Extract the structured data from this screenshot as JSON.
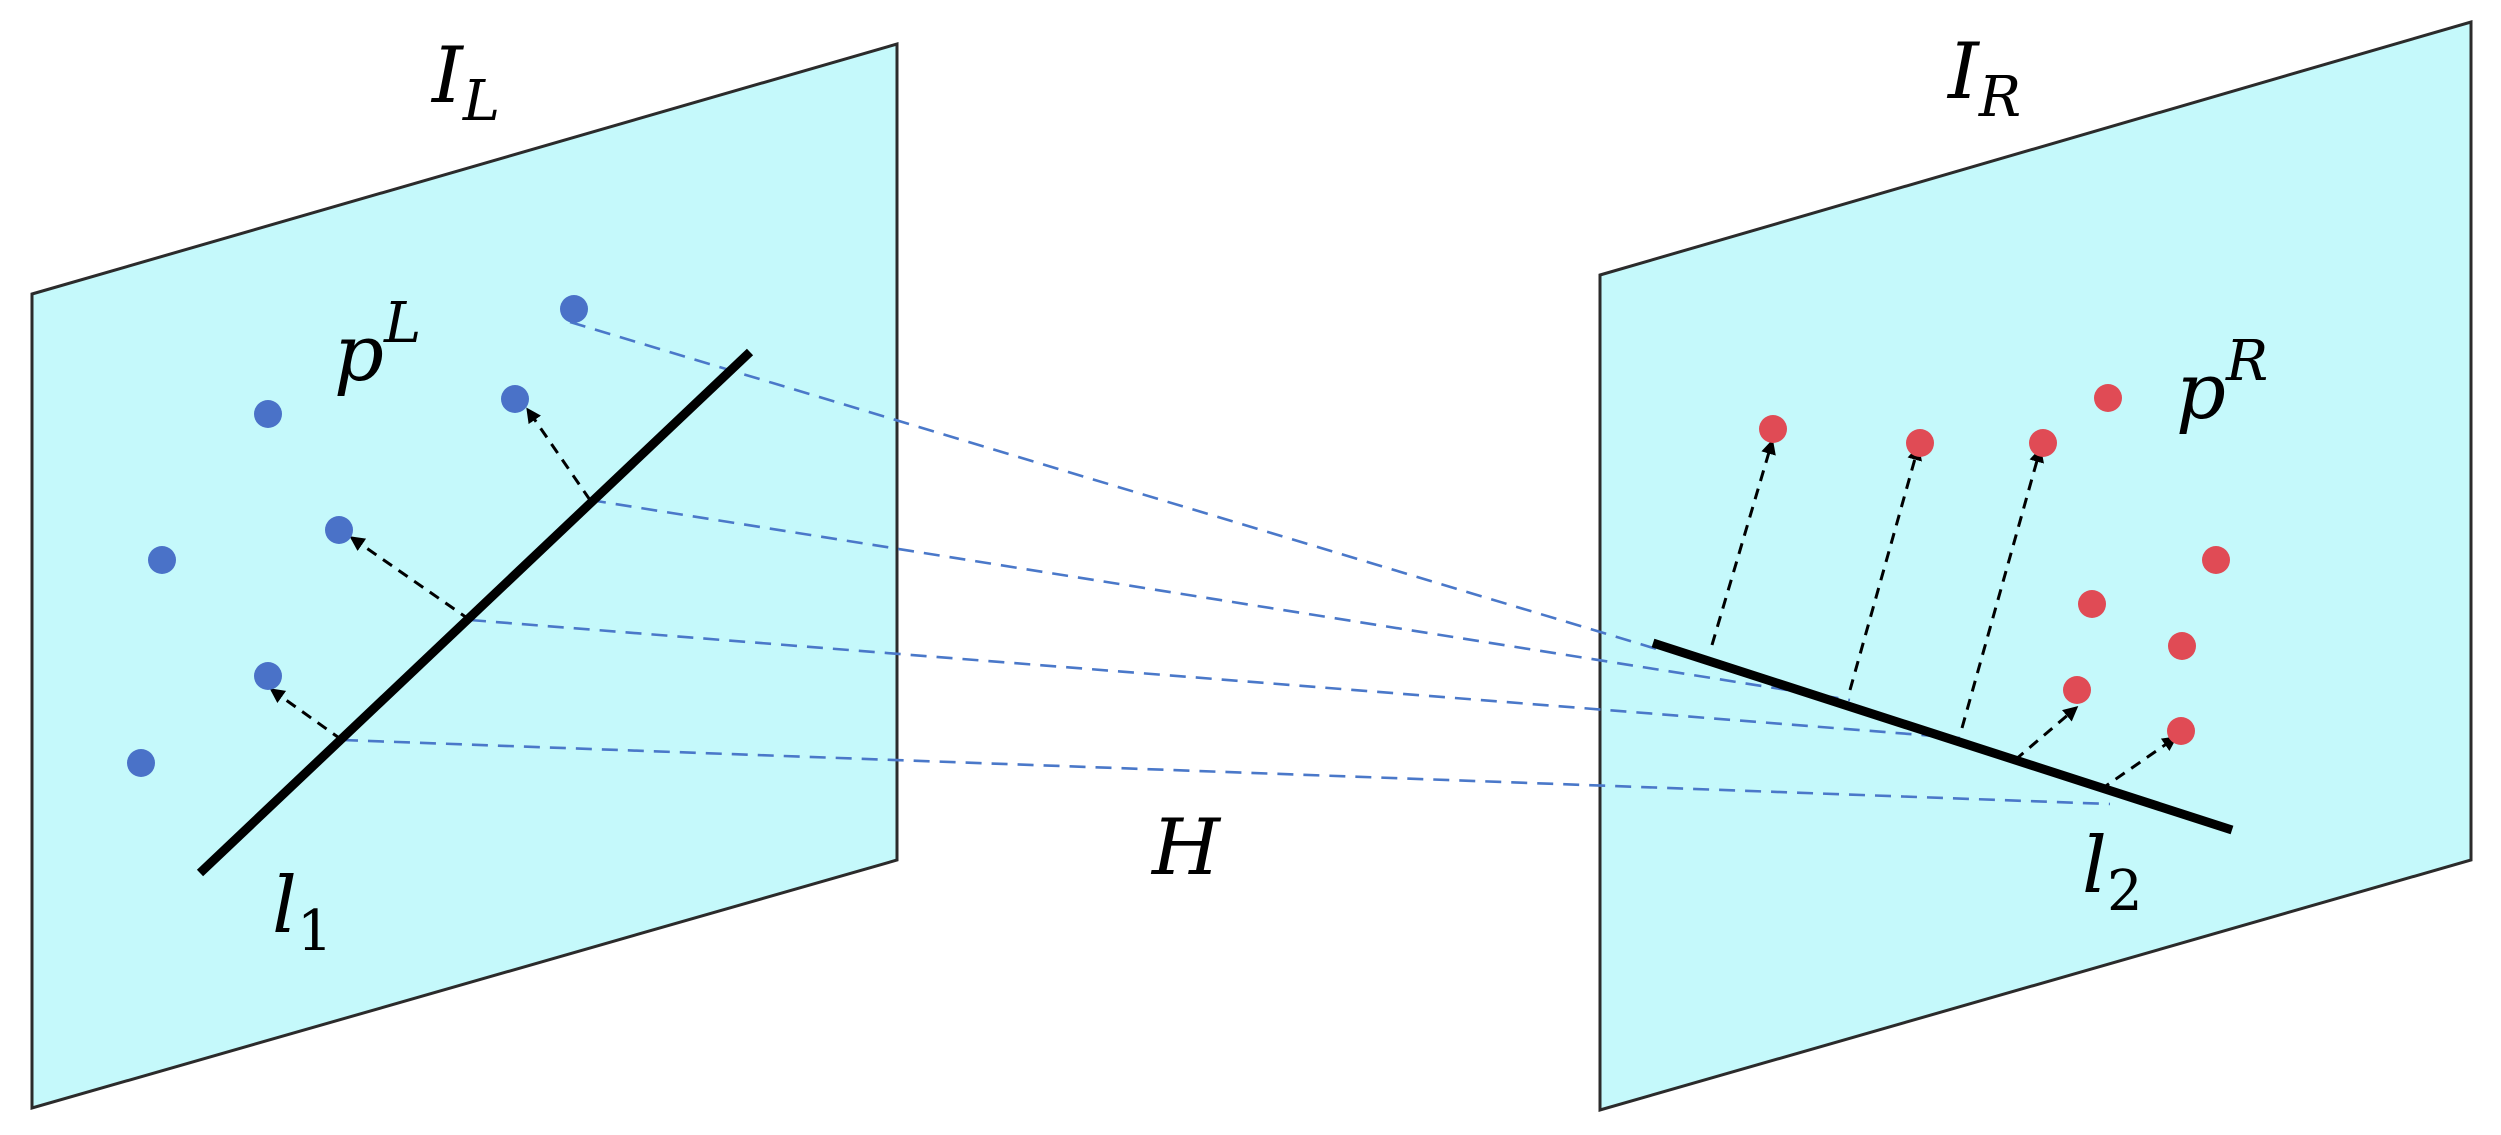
{
  "labels": {
    "left_image": {
      "base": "I",
      "sub": "L"
    },
    "right_image": {
      "base": "I",
      "sub": "R"
    },
    "left_points": {
      "base": "p",
      "sup": "L"
    },
    "right_points": {
      "base": "p",
      "sup": "R"
    },
    "left_line": {
      "base": "l",
      "sub": "1"
    },
    "right_line": {
      "base": "l",
      "sub": "2"
    },
    "homography": "H"
  },
  "colors": {
    "plane_fill": "#c5f9fb",
    "left_points": "#4a72c8",
    "right_points": "#e04b55",
    "correspondence_lines": "#4a78c9",
    "lines": "#000000"
  }
}
